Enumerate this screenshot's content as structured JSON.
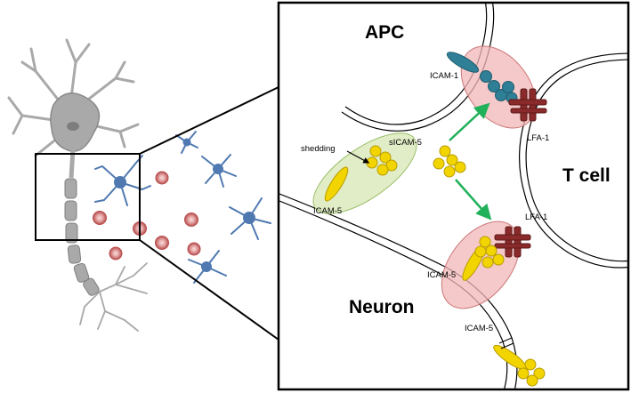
{
  "labels": {
    "apc": "APC",
    "t_cell": "T cell",
    "neuron": "Neuron",
    "icam1": "ICAM-1",
    "lfa1_top": "LFA-1",
    "lfa1_bottom": "LFA-1",
    "shedding": "shedding",
    "sicam5": "sICAM-5",
    "icam5_left": "ICAM-5",
    "icam5_middle": "ICAM-5",
    "icam5_bottom": "ICAM-5"
  },
  "colors": {
    "neuron_body": "#a9a9a9",
    "microglia": "#4f79b0",
    "t_cell_blob": "#c45a5a",
    "icam1": "#2f7f97",
    "lfa1": "#8b2a2a",
    "icam5": "#f2d400",
    "green_arrow": "#21b15a",
    "pink_zone": "#f2b7b7",
    "green_zone": "#d9e9b8"
  },
  "icons": [
    "neuron-cell-icon",
    "microglia-icon",
    "lymphocyte-icon",
    "icam1-molecule-icon",
    "lfa1-molecule-icon",
    "icam5-molecule-icon",
    "arrow-icon"
  ]
}
